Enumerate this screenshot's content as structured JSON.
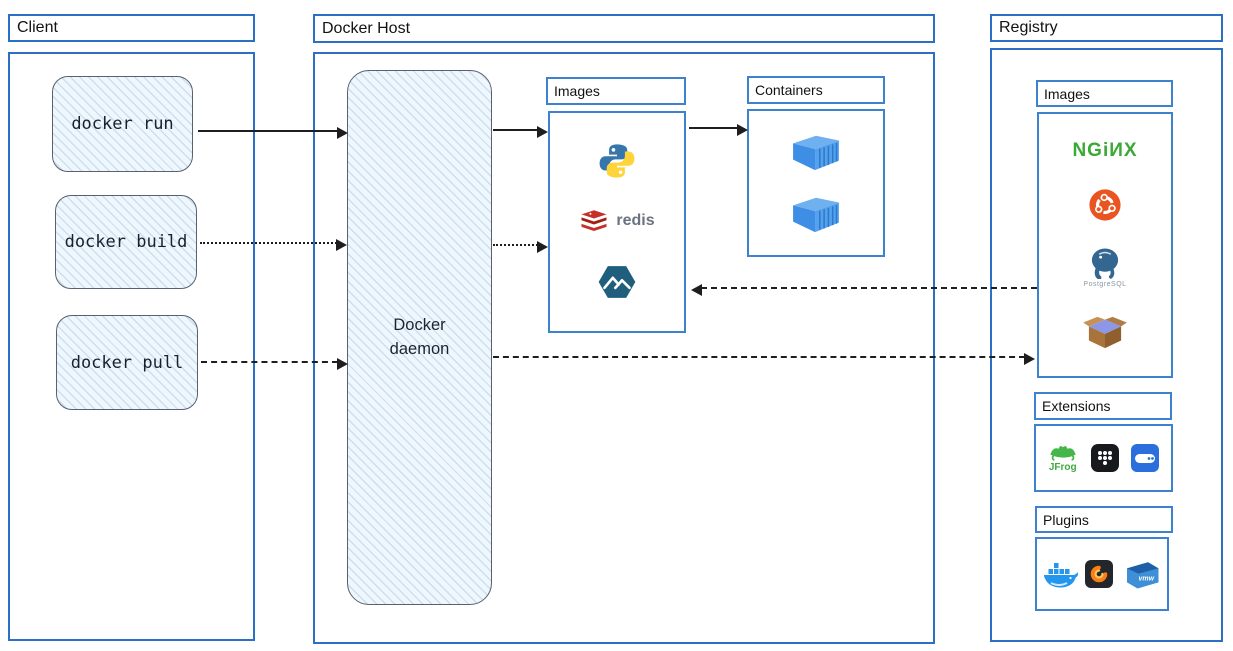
{
  "client": {
    "title": "Client",
    "commands": [
      "docker run",
      "docker build",
      "docker pull"
    ]
  },
  "docker_host": {
    "title": "Docker Host",
    "daemon_label": "Docker daemon",
    "images_panel": {
      "title": "Images",
      "items": [
        {
          "icon": "python-icon",
          "label": ""
        },
        {
          "icon": "redis-icon",
          "label": "redis"
        },
        {
          "icon": "alpine-icon",
          "label": ""
        }
      ]
    },
    "containers_panel": {
      "title": "Containers",
      "items": [
        {
          "icon": "container-icon"
        },
        {
          "icon": "container-icon"
        }
      ]
    }
  },
  "registry": {
    "title": "Registry",
    "images_panel": {
      "title": "Images",
      "items": [
        {
          "icon": "nginx-icon",
          "label": "NGiИX"
        },
        {
          "icon": "ubuntu-icon",
          "label": ""
        },
        {
          "icon": "postgresql-icon",
          "label": "PostgreSQL"
        },
        {
          "icon": "box-icon",
          "label": ""
        }
      ]
    },
    "extensions_panel": {
      "title": "Extensions",
      "items": [
        {
          "icon": "jfrog-icon",
          "label": "JFrog"
        },
        {
          "icon": "app-grid-icon",
          "label": ""
        },
        {
          "icon": "drive-icon",
          "label": ""
        }
      ]
    },
    "plugins_panel": {
      "title": "Plugins",
      "items": [
        {
          "icon": "docker-whale-icon",
          "label": ""
        },
        {
          "icon": "grafana-icon",
          "label": ""
        },
        {
          "icon": "vmware-icon",
          "label": "vmw"
        }
      ]
    }
  },
  "arrows": [
    {
      "from": "docker run",
      "to": "Docker daemon",
      "style": "solid"
    },
    {
      "from": "docker build",
      "to": "Docker daemon",
      "style": "dotted"
    },
    {
      "from": "docker pull",
      "to": "Docker daemon",
      "style": "dashed"
    },
    {
      "from": "Docker daemon",
      "to": "Images",
      "style": "solid"
    },
    {
      "from": "Docker daemon",
      "to": "Images",
      "style": "dotted"
    },
    {
      "from": "Images",
      "to": "Containers",
      "style": "solid"
    },
    {
      "from": "Registry Images",
      "to": "Docker Host Images",
      "style": "dashed"
    },
    {
      "from": "Docker daemon",
      "to": "Registry Images",
      "style": "dashed"
    }
  ],
  "colors": {
    "section_border": "#2b70c5",
    "panel_border": "#3c82cf",
    "sketch_fill": "#eff7fd",
    "sketch_border": "#59616c",
    "arrow": "#1e1e1e",
    "nginx_green": "#3aa935",
    "ubuntu_orange": "#e95420",
    "redis_red": "#c6302b",
    "python_blue": "#3776ab",
    "python_yellow": "#ffd43b",
    "alpine_teal": "#205e7d",
    "container_blue": "#4a99e8",
    "docker_blue": "#2496ed",
    "jfrog_green": "#45b649",
    "postgres_blue": "#336791"
  }
}
